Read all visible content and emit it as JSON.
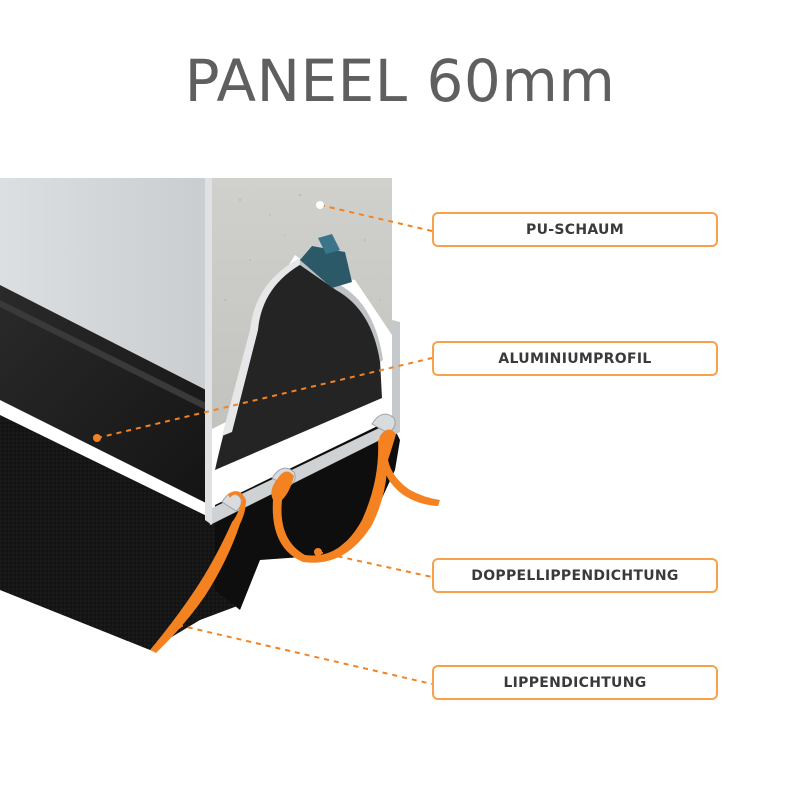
{
  "title": "PANEEL 60mm",
  "labels": {
    "pu_schaum": "PU-SCHAUM",
    "aluminiumprofil": "ALUMINIUMPROFIL",
    "doppellippendichtung": "DOPPELLIPPENDICHTUNG",
    "lippendichtung": "LIPPENDICHTUNG"
  },
  "colors": {
    "accent": "#f58220",
    "label_border": "#f7a24a",
    "title": "#5f5f5f"
  }
}
